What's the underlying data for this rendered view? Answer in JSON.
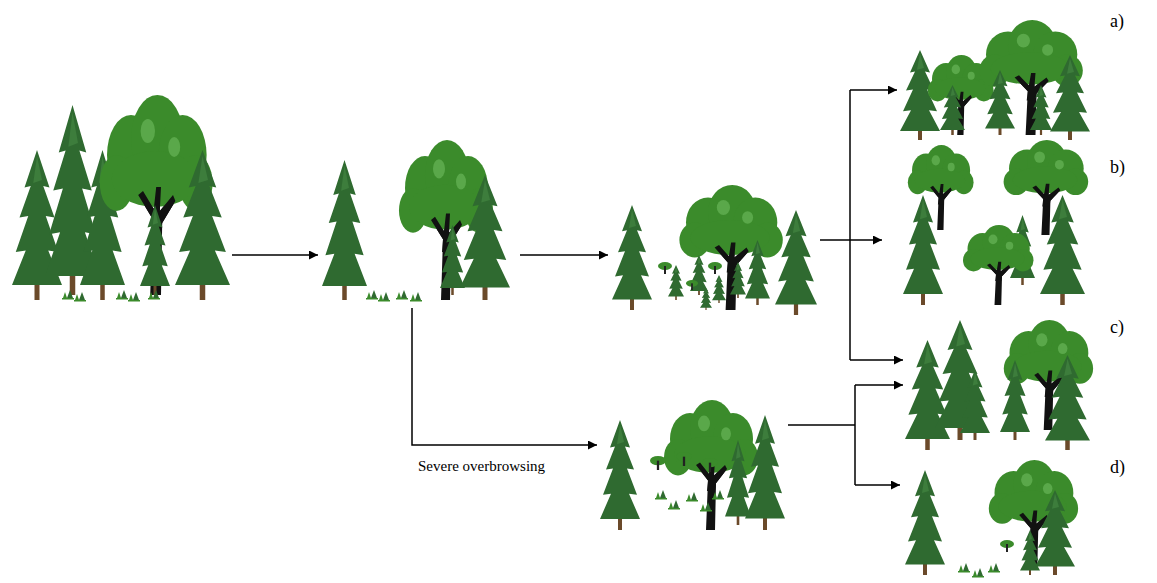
{
  "diagram": {
    "labels": [
      "Severe overbrowsing",
      "a)",
      "b)",
      "c)",
      "d)"
    ]
  }
}
